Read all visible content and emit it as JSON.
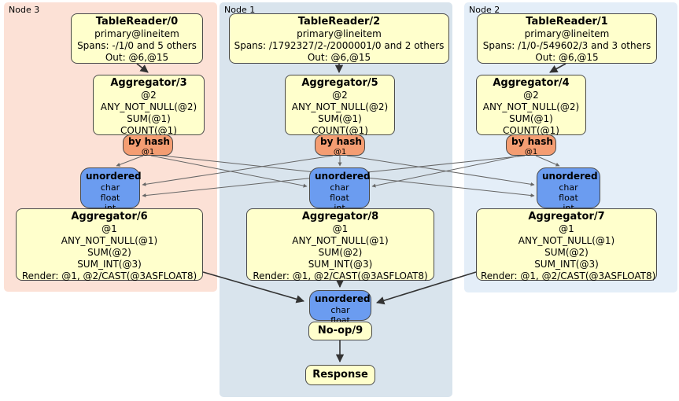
{
  "colors": {
    "node3_bg": "#fce1d6",
    "node1_bg": "#d9e4ed",
    "node2_bg": "#e4eef8",
    "processor_bg": "#ffffcc",
    "router_bg": "#f49d72",
    "synchronizer_bg": "#6b9cf0",
    "box_border": "#4a4a4a",
    "edge": "#333333"
  },
  "nodes": {
    "node3": {
      "label": "Node 3"
    },
    "node1": {
      "label": "Node 1"
    },
    "node2": {
      "label": "Node 2"
    }
  },
  "processors": {
    "tr0": {
      "title": "TableReader/0",
      "line1": "primary@lineitem",
      "line2": "Spans: -/1/0 and 5 others",
      "line3": "Out: @6,@15"
    },
    "tr2": {
      "title": "TableReader/2",
      "line1": "primary@lineitem",
      "line2": "Spans: /1792327/2-/2000001/0 and 2 others",
      "line3": "Out: @6,@15"
    },
    "tr1": {
      "title": "TableReader/1",
      "line1": "primary@lineitem",
      "line2": "Spans: /1/0-/549602/3 and 3 others",
      "line3": "Out: @6,@15"
    },
    "agg3": {
      "title": "Aggregator/3",
      "line1": "@2",
      "line2": "ANY_NOT_NULL(@2)",
      "line3": "SUM(@1)",
      "line4": "COUNT(@1)"
    },
    "agg5": {
      "title": "Aggregator/5",
      "line1": "@2",
      "line2": "ANY_NOT_NULL(@2)",
      "line3": "SUM(@1)",
      "line4": "COUNT(@1)"
    },
    "agg4": {
      "title": "Aggregator/4",
      "line1": "@2",
      "line2": "ANY_NOT_NULL(@2)",
      "line3": "SUM(@1)",
      "line4": "COUNT(@1)"
    },
    "agg6": {
      "title": "Aggregator/6",
      "line1": "@1",
      "line2": "ANY_NOT_NULL(@1)",
      "line3": "SUM(@2)",
      "line4": "SUM_INT(@3)",
      "line5": "Render: @1, @2/CAST(@3ASFLOAT8)"
    },
    "agg8": {
      "title": "Aggregator/8",
      "line1": "@1",
      "line2": "ANY_NOT_NULL(@1)",
      "line3": "SUM(@2)",
      "line4": "SUM_INT(@3)",
      "line5": "Render: @1, @2/CAST(@3ASFLOAT8)"
    },
    "agg7": {
      "title": "Aggregator/7",
      "line1": "@1",
      "line2": "ANY_NOT_NULL(@1)",
      "line3": "SUM(@2)",
      "line4": "SUM_INT(@3)",
      "line5": "Render: @1, @2/CAST(@3ASFLOAT8)"
    },
    "noop": {
      "title": "No-op/9"
    },
    "response": {
      "title": "Response"
    }
  },
  "routers": [
    {
      "title": "by hash",
      "detail": "@1"
    },
    {
      "title": "by hash",
      "detail": "@1"
    },
    {
      "title": "by hash",
      "detail": "@1"
    }
  ],
  "synchronizers": [
    {
      "title": "unordered",
      "type1": "char",
      "type2": "float",
      "type3": "int"
    },
    {
      "title": "unordered",
      "type1": "char",
      "type2": "float",
      "type3": "int"
    },
    {
      "title": "unordered",
      "type1": "char",
      "type2": "float",
      "type3": "int"
    },
    {
      "title": "unordered",
      "type1": "char",
      "type2": "float"
    }
  ]
}
